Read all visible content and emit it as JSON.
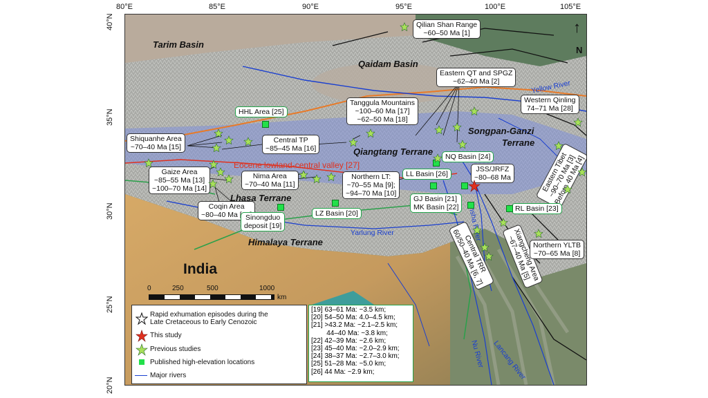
{
  "lon_labels": [
    "80°E",
    "85°E",
    "90°E",
    "95°E",
    "100°E",
    "105°E"
  ],
  "lat_labels": [
    "40°N",
    "35°N",
    "30°N",
    "25°N",
    "20°N"
  ],
  "basins": {
    "tarim": "Tarim Basin",
    "qaidam": "Qaidam Basin"
  },
  "terranes": {
    "songpan": "Songpan-Ganzi",
    "songpan2": "Terrane",
    "qiangtang": "Qiangtang Terrane",
    "lhasa": "Lhasa Terrane",
    "himalaya": "Himalaya Terrane"
  },
  "india": "India",
  "north_label": "N",
  "eocene_valley": "Eocene lowland-central valley [27]",
  "rivers": {
    "yellow": "Yellow River",
    "yarlung": "Yarlung River",
    "jinsha": "Jinsha River",
    "nu": "Nu River",
    "lancang": "Lancang River"
  },
  "callouts": {
    "qilian_1": "Qilian Shan Range",
    "qilian_2": "~60–50 Ma [1]",
    "eastern_qt_1": "Eastern QT and SPGZ",
    "eastern_qt_2": "~62–40 Ma [2]",
    "tanggula_1": "Tanggula Mountains",
    "tanggula_2": "~100–60 Ma [17]",
    "tanggula_3": "~62–50 Ma [18]",
    "western_qinling_1": "Western Qinling",
    "western_qinling_2": "74–71 Ma [28]",
    "shiquanhe_1": "Shiquanhe Area",
    "shiquanhe_2": "~70–40 Ma [15]",
    "central_tp_1": "Central TP",
    "central_tp_2": "~85–45 Ma [16]",
    "gaize_1": "Gaize Area",
    "gaize_2": "~85–55 Ma [13]",
    "gaize_3": "~100–70 Ma [14]",
    "nima_1": "Nima Area",
    "nima_2": "~70–40 Ma [11]",
    "northern_lt_1": "Northern LT:",
    "northern_lt_2": "~70–55 Ma [9];",
    "northern_lt_3": "~94–70 Ma [10]",
    "coqin_1": "Coqin Area",
    "coqin_2": "~80–40 Ma [12]",
    "jss_1": "JSS/JRFZ",
    "jss_2": "~80–68 Ma",
    "eastern_tibet_1": "Eastern Tibet",
    "eastern_tibet_2": "~90–70 Ma [3]",
    "eastern_tibet_3": "Before 40 Ma [4]",
    "central_trr_1": "Central TRR",
    "central_trr_2": "60/50–40 Ma [6, 7]",
    "xiangcheng_1": "Xiangcheng Area",
    "xiangcheng_2": "~67–40 Ma [5]",
    "northern_yltb_1": "Northern YLTB",
    "northern_yltb_2": "~70–65 Ma [8]"
  },
  "green_boxes": {
    "hhl": "HHL Area [25]",
    "nq": "NQ Basin [24]",
    "ll": "LL Basin [26]",
    "gj": "GJ Basin [21]",
    "mk": "MK Basin [22]",
    "rl": "RL Basin [23]",
    "lz": "LZ Basin [20]",
    "sinongduo_1": "Sinongduo",
    "sinongduo_2": "deposit [19]"
  },
  "scale": {
    "ticks": [
      "0",
      "250",
      "500",
      "1000"
    ],
    "unit": "km"
  },
  "legend": {
    "open_star_1": "Rapid exhumation episodes during the",
    "open_star_2": "Late Cretaceous to Early Cenozoic",
    "red_star": "This study",
    "green_star": "Previous studies",
    "green_square": "Published high-elevation locations",
    "river_line": "Major rivers"
  },
  "elevations": [
    "[19] 63–61 Ma: ~3.5 km;",
    "[20] 54–50 Ma: 4.0–4.5 km;",
    "[21] >43.2 Ma: ~2.1–2.5 km;",
    "        44–40 Ma: ~3.8 km;",
    "[22] 42–39 Ma: ~2.6 km;",
    "[23] 45–40 Ma: ~2.0–2.9 km;",
    "[24] 38–37 Ma: ~2.7–3.0 km;",
    "[25] 51–28 Ma: ~5.0 km;",
    "[26] 44 Ma: ~2.9 km;"
  ],
  "colors": {
    "study_star": "#e0311e",
    "prev_star": "#a8e05a",
    "hi_square": "#22e04a",
    "river": "#1a3fd0",
    "fault_orange": "#e87a28",
    "fault_red": "#e0311e",
    "fault_green": "#2aa04a",
    "terrane_band": "#7f8fd8",
    "india_plain": "#c7a06a",
    "bay": "#3e9d9b"
  }
}
